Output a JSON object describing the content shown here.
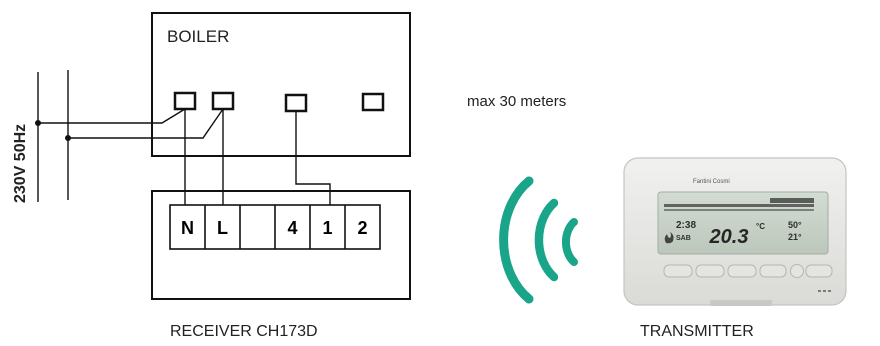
{
  "boiler": {
    "label": "BOILER"
  },
  "receiver": {
    "label": "RECEIVER CH173D",
    "terminals": [
      "N",
      "L",
      "",
      "4",
      "1",
      "2"
    ]
  },
  "supply": {
    "label": "230V 50Hz"
  },
  "range": {
    "label": "max 30 meters"
  },
  "transmitter": {
    "label": "TRANSMITTER",
    "brand": "Fantini Cosmi",
    "display": {
      "temperature": "20.3",
      "unit": "°C",
      "time": "2:38",
      "day": "SAB",
      "secondary": "50°",
      "tertiary": "21°"
    }
  },
  "colors": {
    "line": "#111111",
    "signal": "#1aa58b",
    "device_body": "#ececea",
    "lcd": "#c9d3c9"
  }
}
